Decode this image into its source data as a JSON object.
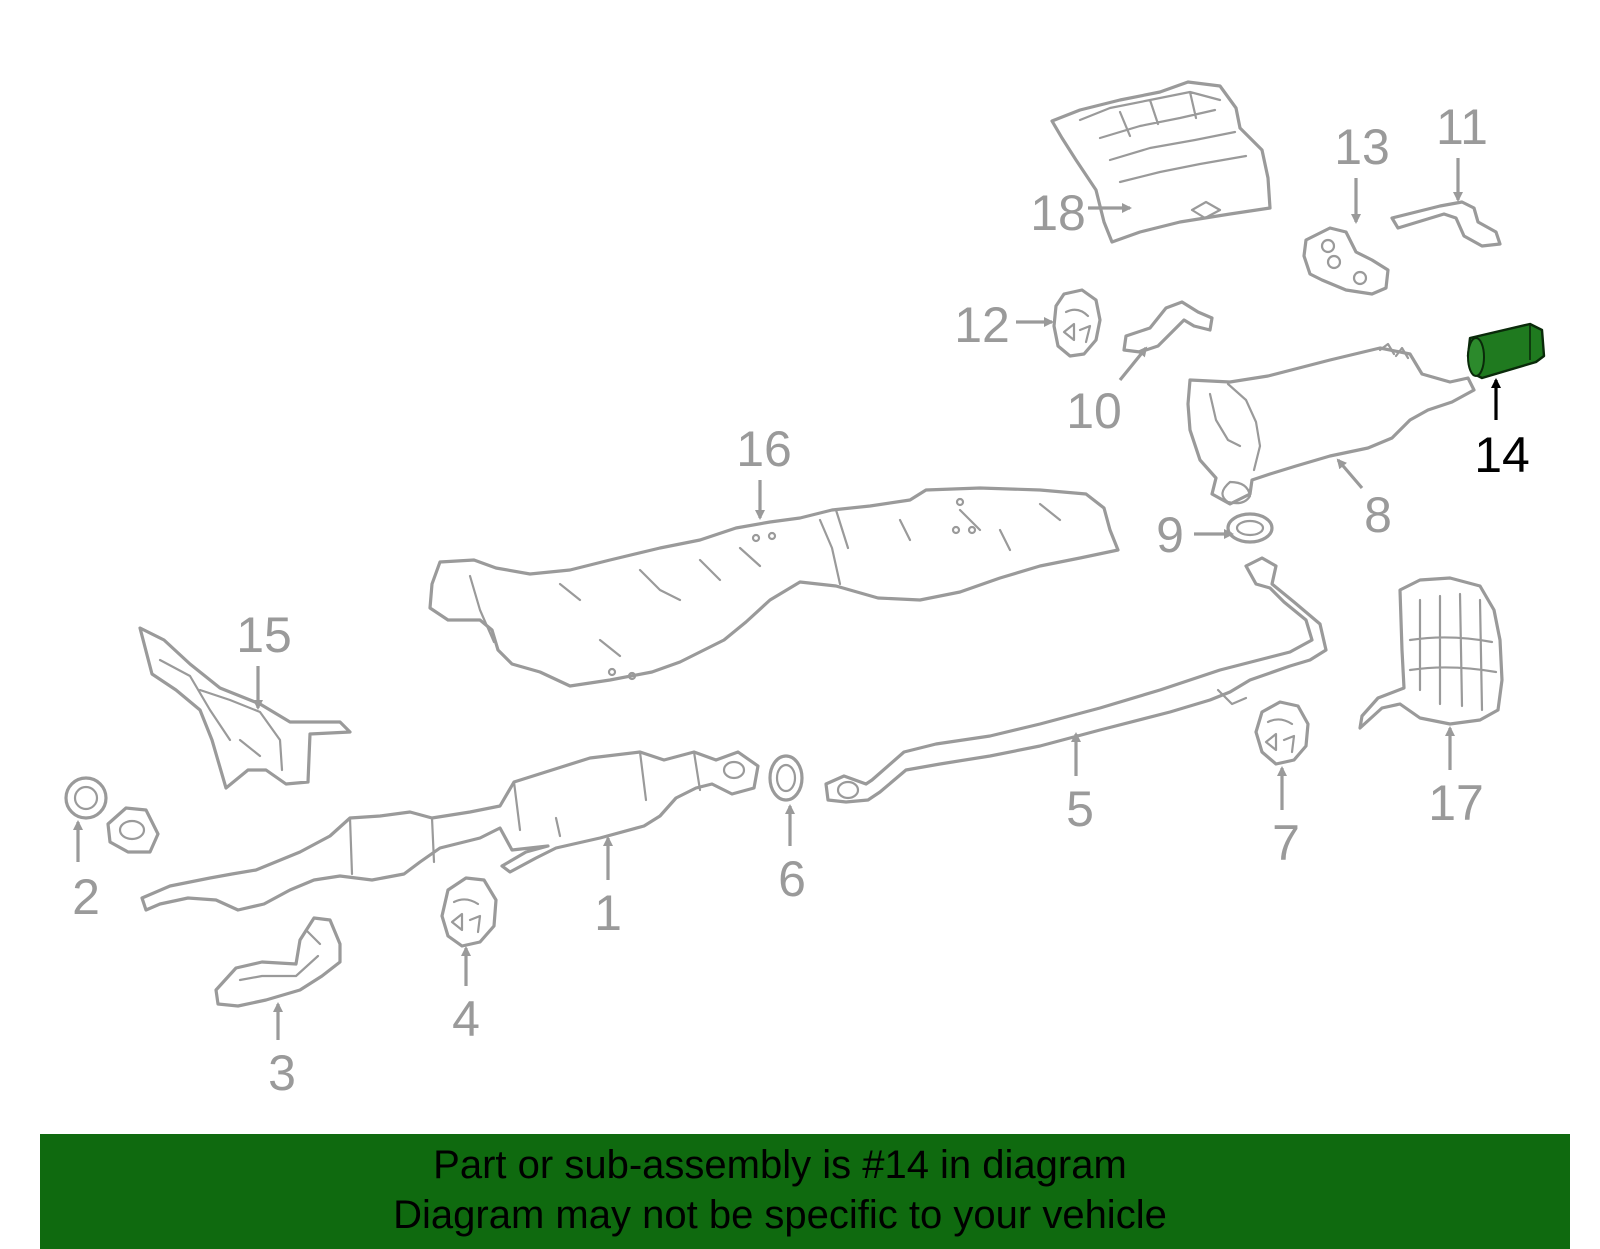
{
  "diagram": {
    "callouts": [
      {
        "id": "1",
        "label": "1"
      },
      {
        "id": "2",
        "label": "2"
      },
      {
        "id": "3",
        "label": "3"
      },
      {
        "id": "4",
        "label": "4"
      },
      {
        "id": "5",
        "label": "5"
      },
      {
        "id": "6",
        "label": "6"
      },
      {
        "id": "7",
        "label": "7"
      },
      {
        "id": "8",
        "label": "8"
      },
      {
        "id": "9",
        "label": "9"
      },
      {
        "id": "10",
        "label": "10"
      },
      {
        "id": "11",
        "label": "11"
      },
      {
        "id": "12",
        "label": "12"
      },
      {
        "id": "13",
        "label": "13"
      },
      {
        "id": "14",
        "label": "14"
      },
      {
        "id": "15",
        "label": "15"
      },
      {
        "id": "16",
        "label": "16"
      },
      {
        "id": "17",
        "label": "17"
      },
      {
        "id": "18",
        "label": "18"
      }
    ],
    "highlighted_part": "14",
    "colors": {
      "line": "#9a9a9a",
      "highlight_fill": "#1f7a1f",
      "highlight_label": "#000000",
      "banner_background": "#0f6a0f"
    }
  },
  "banner": {
    "line1": "Part or sub-assembly is #14 in diagram",
    "line2": "Diagram may not be specific to your vehicle"
  }
}
